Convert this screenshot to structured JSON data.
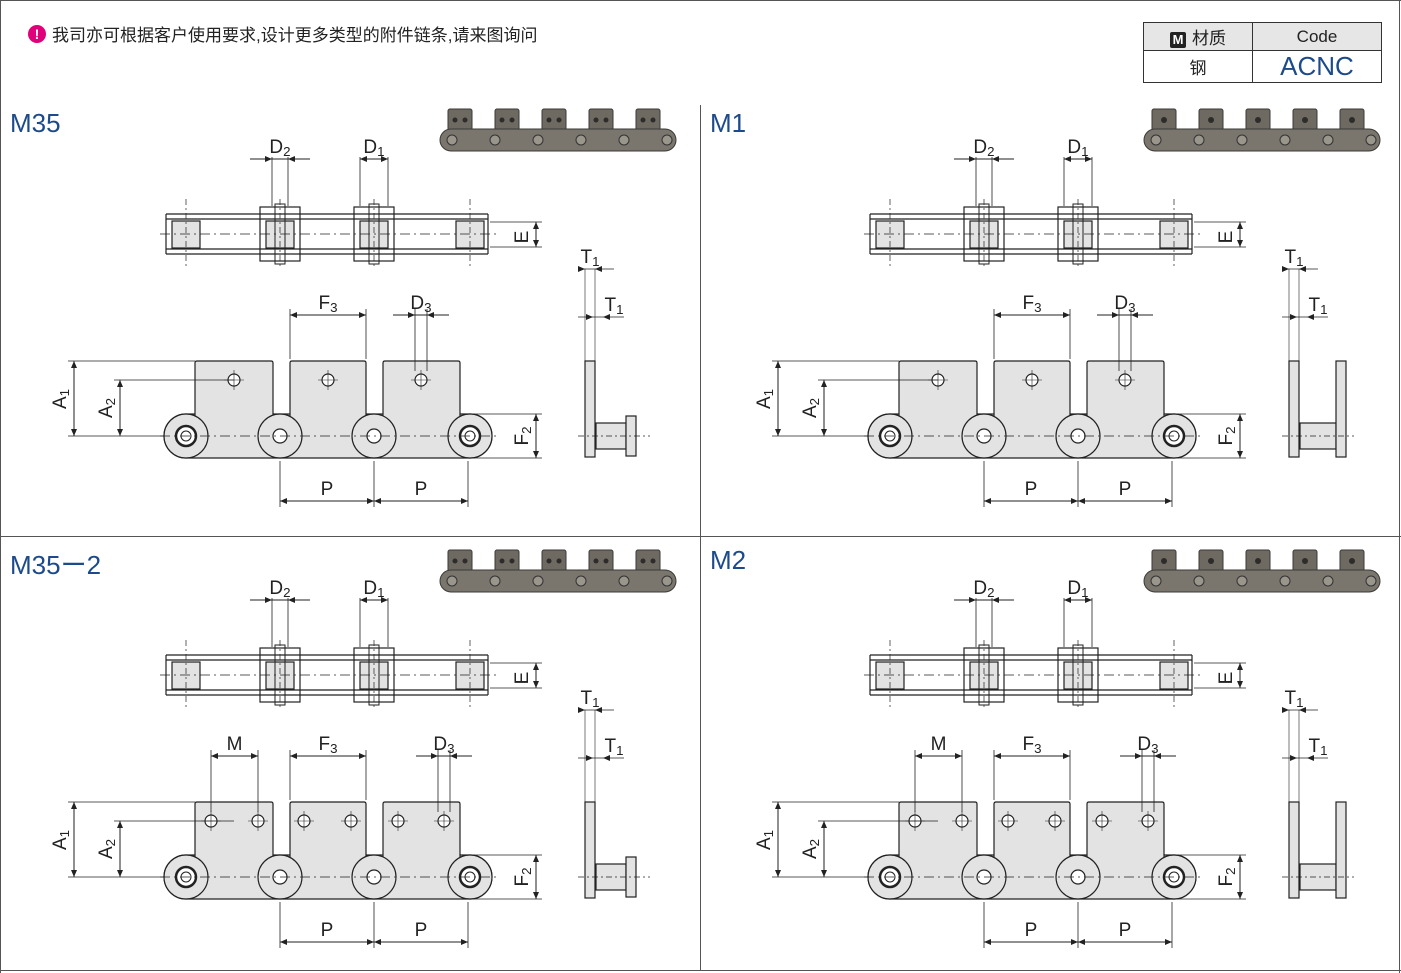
{
  "header": {
    "notice": "我司亦可根据客户使用要求,设计更多类型的附件链条,请来图询问",
    "notice_icon": "exclamation-icon"
  },
  "material_table": {
    "col1_header": "材质",
    "col1_badge": "M",
    "col2_header": "Code",
    "material": "钢",
    "code": "ACNC"
  },
  "panels": [
    {
      "title": "M35"
    },
    {
      "title": "M1"
    },
    {
      "title": "M35ー2"
    },
    {
      "title": "M2"
    }
  ],
  "dims": {
    "d2": "D2",
    "d1": "D1",
    "e": "E",
    "t1": "T1",
    "f3": "F3",
    "d3": "D3",
    "a1": "A1",
    "a2": "A2",
    "f2": "F2",
    "p": "P",
    "m": "M"
  }
}
